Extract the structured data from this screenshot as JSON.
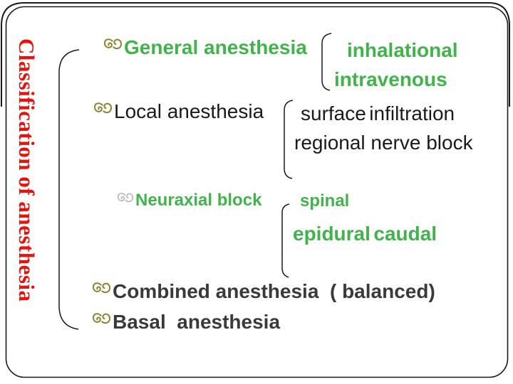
{
  "title": {
    "text": "Classification of anesthesia"
  },
  "colors": {
    "title_red": "#e8120b",
    "green": "#40b44a",
    "black": "#1a1a1a",
    "dark": "#3a3a3a",
    "bullet_olive": "#8f8537",
    "bullet_gray": "#bdbdbd",
    "line": "#1a1a1a"
  },
  "items": [
    {
      "id": "general",
      "label": "General anesthesia",
      "children": [
        "inhalational",
        "intravenous"
      ]
    },
    {
      "id": "local",
      "label": "Local anesthesia",
      "children": [
        "surface",
        "infiltration",
        "regional nerve block"
      ]
    },
    {
      "id": "neuraxial",
      "label": "Neuraxial block",
      "children": [
        "spinal",
        "epidural",
        "caudal"
      ]
    },
    {
      "id": "combined",
      "label": "Combined anesthesia  ( balanced)",
      "children": []
    },
    {
      "id": "basal",
      "label": "Basal  anesthesia",
      "children": []
    }
  ]
}
